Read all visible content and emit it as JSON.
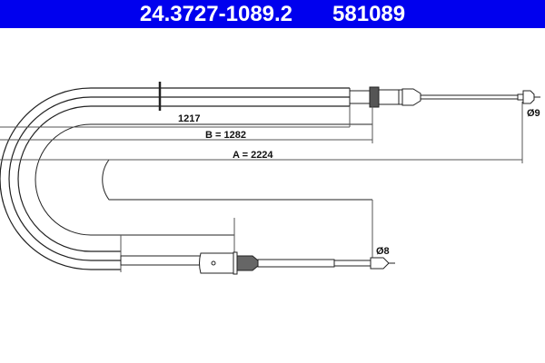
{
  "header": {
    "part_number": "24.3727-1089.2",
    "ref_number": "581089",
    "background_color": "#0000ee",
    "text_color": "#ffffff"
  },
  "drawing": {
    "type": "brake-cable-technical-drawing",
    "dimensions": {
      "inner_sheath_length": "1217",
      "B": "B = 1282",
      "A": "A = 2224"
    },
    "diameters": {
      "top_end": "Ø9",
      "bottom_end": "Ø8"
    },
    "line_color": "#222222"
  }
}
